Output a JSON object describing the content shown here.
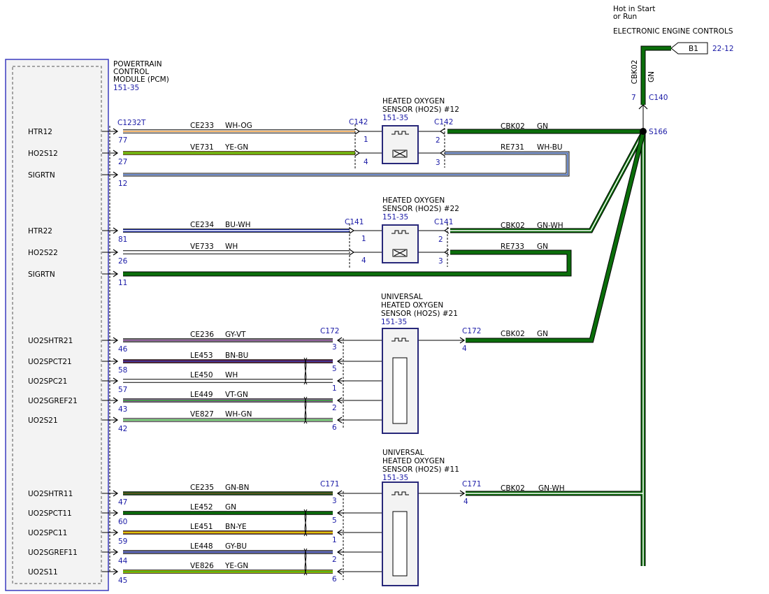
{
  "power": {
    "line1": "Hot in Start",
    "line2": "or Run",
    "title": "ELECTRONIC ENGINE CONTROLS",
    "fuse": "B1",
    "ref": "22-12",
    "circuit": "CBK02",
    "color": "GN",
    "pin": "7",
    "connector": "C140",
    "splice": "S166"
  },
  "pcm": {
    "line1": "POWERTRAIN",
    "line2": "CONTROL",
    "line3": "MODULE (PCM)",
    "ref": "151-35",
    "connector": "C1232T"
  },
  "sensors": [
    {
      "id": "ho2s12",
      "lines": [
        "HEATED OXYGEN",
        "SENSOR (HO2S) #12"
      ],
      "ref": "151-35",
      "conn_left": "C142",
      "conn_right": "C142"
    },
    {
      "id": "ho2s22",
      "lines": [
        "HEATED OXYGEN",
        "SENSOR (HO2S) #22"
      ],
      "ref": "151-35",
      "conn_left": "C141",
      "conn_right": "C141"
    },
    {
      "id": "uho2s21",
      "lines": [
        "UNIVERSAL",
        "HEATED OXYGEN",
        "SENSOR (HO2S) #21"
      ],
      "ref": "151-35",
      "conn_left": "C172",
      "conn_right": "C172"
    },
    {
      "id": "uho2s11",
      "lines": [
        "UNIVERSAL",
        "HEATED OXYGEN",
        "SENSOR (HO2S) #11"
      ],
      "ref": "151-35",
      "conn_left": "C171",
      "conn_right": "C171"
    }
  ],
  "wires": [
    {
      "signal": "HTR12",
      "pcm_pin": "77",
      "circuit": "CE233",
      "color": "WH-OG",
      "sensor_pin": "1",
      "colors": [
        "#ffffff",
        "#f0a040"
      ]
    },
    {
      "signal": "HO2S12",
      "pcm_pin": "27",
      "circuit": "VE731",
      "color": "YE-GN",
      "sensor_pin": "4",
      "colors": [
        "#e6e600",
        "#22a022"
      ]
    },
    {
      "signal": "SIGRTN",
      "pcm_pin": "12",
      "colors": [
        "#ffffff",
        "#3a62b5"
      ]
    },
    {
      "signal": "HTR22",
      "pcm_pin": "81",
      "circuit": "CE234",
      "color": "BU-WH",
      "sensor_pin": "1",
      "colors": [
        "#1a2fc0",
        "#ffffff"
      ]
    },
    {
      "signal": "HO2S22",
      "pcm_pin": "26",
      "circuit": "VE733",
      "color": "WH",
      "sensor_pin": "4",
      "colors": [
        "#ffffff"
      ]
    },
    {
      "signal": "SIGRTN",
      "pcm_pin": "11",
      "colors": [
        "#0b6e0b"
      ]
    },
    {
      "signal": "UO2SHTR21",
      "pcm_pin": "46",
      "circuit": "CE236",
      "color": "GY-VT",
      "sensor_pin": "3",
      "colors": [
        "#999999",
        "#8a4a9a"
      ]
    },
    {
      "signal": "UO2SPCT21",
      "pcm_pin": "58",
      "circuit": "LE453",
      "color": "BN-BU",
      "sensor_pin": "5",
      "colors": [
        "#7a1c3c",
        "#3040b0"
      ]
    },
    {
      "signal": "UO2SPC21",
      "pcm_pin": "57",
      "circuit": "LE450",
      "color": "WH",
      "sensor_pin": "1",
      "colors": [
        "#ffffff"
      ]
    },
    {
      "signal": "UO2SGREF21",
      "pcm_pin": "43",
      "circuit": "LE449",
      "color": "VT-GN",
      "sensor_pin": "2",
      "colors": [
        "#b37ec2",
        "#22a022"
      ]
    },
    {
      "signal": "UO2S21",
      "pcm_pin": "42",
      "circuit": "VE827",
      "color": "WH-GN",
      "sensor_pin": "6",
      "colors": [
        "#ffffff",
        "#22a022"
      ]
    },
    {
      "signal": "UO2SHTR11",
      "pcm_pin": "47",
      "circuit": "CE235",
      "color": "GN-BN",
      "sensor_pin": "3",
      "colors": [
        "#1f6e1f",
        "#6a4a20"
      ]
    },
    {
      "signal": "UO2SPCT11",
      "pcm_pin": "60",
      "circuit": "LE452",
      "color": "GN",
      "sensor_pin": "5",
      "colors": [
        "#0b6e0b"
      ]
    },
    {
      "signal": "UO2SPC11",
      "pcm_pin": "59",
      "circuit": "LE451",
      "color": "BN-YE",
      "sensor_pin": "1",
      "colors": [
        "#b8602a",
        "#e6e600"
      ]
    },
    {
      "signal": "UO2SGREF11",
      "pcm_pin": "44",
      "circuit": "LE448",
      "color": "GY-BU",
      "sensor_pin": "2",
      "colors": [
        "#9a9ab0",
        "#3040b0"
      ]
    },
    {
      "signal": "UO2S11",
      "pcm_pin": "45",
      "circuit": "VE826",
      "color": "YE-GN",
      "sensor_pin": "6",
      "colors": [
        "#e6e600",
        "#22a022"
      ]
    }
  ],
  "right_wires": [
    {
      "circuit": "CBK02",
      "color": "GN",
      "pin": "2"
    },
    {
      "circuit": "RE731",
      "color": "WH-BU",
      "pin": "3"
    },
    {
      "circuit": "CBK02",
      "color": "GN-WH",
      "pin": "2"
    },
    {
      "circuit": "RE733",
      "color": "GN",
      "pin": "3"
    },
    {
      "circuit": "CBK02",
      "color": "GN",
      "pin": "4"
    },
    {
      "circuit": "CBK02",
      "color": "GN-WH",
      "pin": "4"
    }
  ]
}
